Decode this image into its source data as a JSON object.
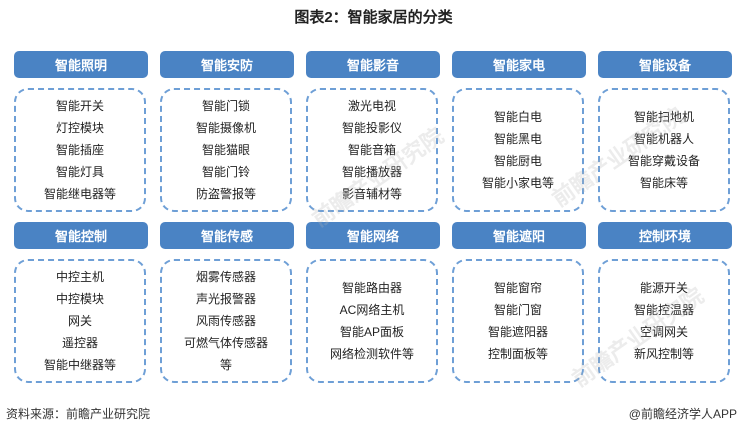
{
  "title": "图表2：智能家居的分类",
  "categories": [
    {
      "name": "智能照明",
      "items": [
        "智能开关",
        "灯控模块",
        "智能插座",
        "智能灯具",
        "智能继电器等"
      ]
    },
    {
      "name": "智能安防",
      "items": [
        "智能门锁",
        "智能摄像机",
        "智能猫眼",
        "智能门铃",
        "防盗警报等"
      ]
    },
    {
      "name": "智能影音",
      "items": [
        "激光电视",
        "智能投影仪",
        "智能音箱",
        "智能播放器",
        "影音辅材等"
      ]
    },
    {
      "name": "智能家电",
      "items": [
        "智能白电",
        "智能黑电",
        "智能厨电",
        "智能小家电等"
      ]
    },
    {
      "name": "智能设备",
      "items": [
        "智能扫地机",
        "智能机器人",
        "智能穿戴设备",
        "智能床等"
      ]
    },
    {
      "name": "智能控制",
      "items": [
        "中控主机",
        "中控模块",
        "网关",
        "遥控器",
        "智能中继器等"
      ]
    },
    {
      "name": "智能传感",
      "items": [
        "烟雾传感器",
        "声光报警器",
        "风雨传感器",
        "可燃气体传感器",
        "等"
      ]
    },
    {
      "name": "智能网络",
      "items": [
        "智能路由器",
        "AC网络主机",
        "智能AP面板",
        "网络检测软件等"
      ]
    },
    {
      "name": "智能遮阳",
      "items": [
        "智能窗帘",
        "智能门窗",
        "智能遮阳器",
        "控制面板等"
      ]
    },
    {
      "name": "控制环境",
      "items": [
        "能源开关",
        "智能控温器",
        "空调网关",
        "新风控制等"
      ]
    }
  ],
  "footer": {
    "source": "资料来源：前瞻产业研究院",
    "brand": "@前瞻经济学人APP"
  },
  "watermark_text": "前瞻产业研究院"
}
